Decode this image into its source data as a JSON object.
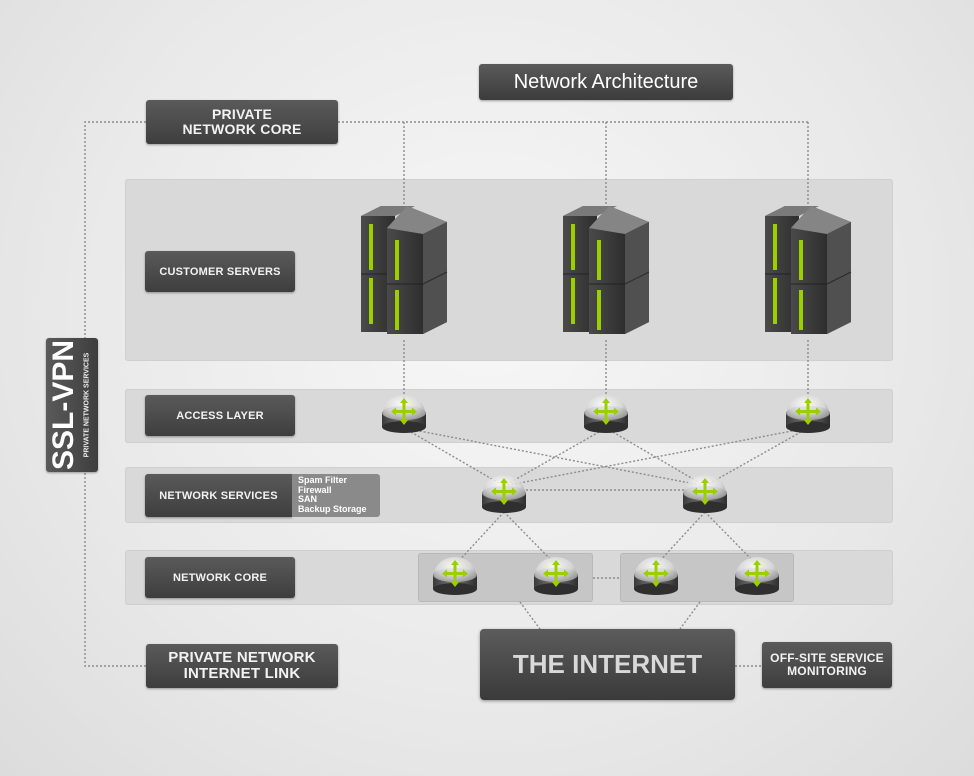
{
  "title": "Network Architecture",
  "labels": {
    "private_core": "PRIVATE NETWORK CORE",
    "customer_servers": "CUSTOMER SERVERS",
    "access_layer": "ACCESS LAYER",
    "network_services": "NETWORK SERVICES",
    "network_core": "NETWORK CORE",
    "private_internet_link": "PRIVATE NETWORK INTERNET LINK",
    "internet": "THE INTERNET",
    "offsite_monitoring": "OFF-SITE SERVICE MONITORING"
  },
  "services_list": [
    "Spam Filter",
    "Firewall",
    "SAN",
    "Backup Storage"
  ],
  "ssl_vpn": {
    "main": "SSL-VPN",
    "sub": "PRIVATE NETWORK SERVICES"
  },
  "colors": {
    "accent_green": "#9ad000",
    "dark_box": "#474747",
    "band": "#d9d9d9"
  },
  "icons": {
    "server": "server-rack-icon",
    "router": "router-icon"
  }
}
